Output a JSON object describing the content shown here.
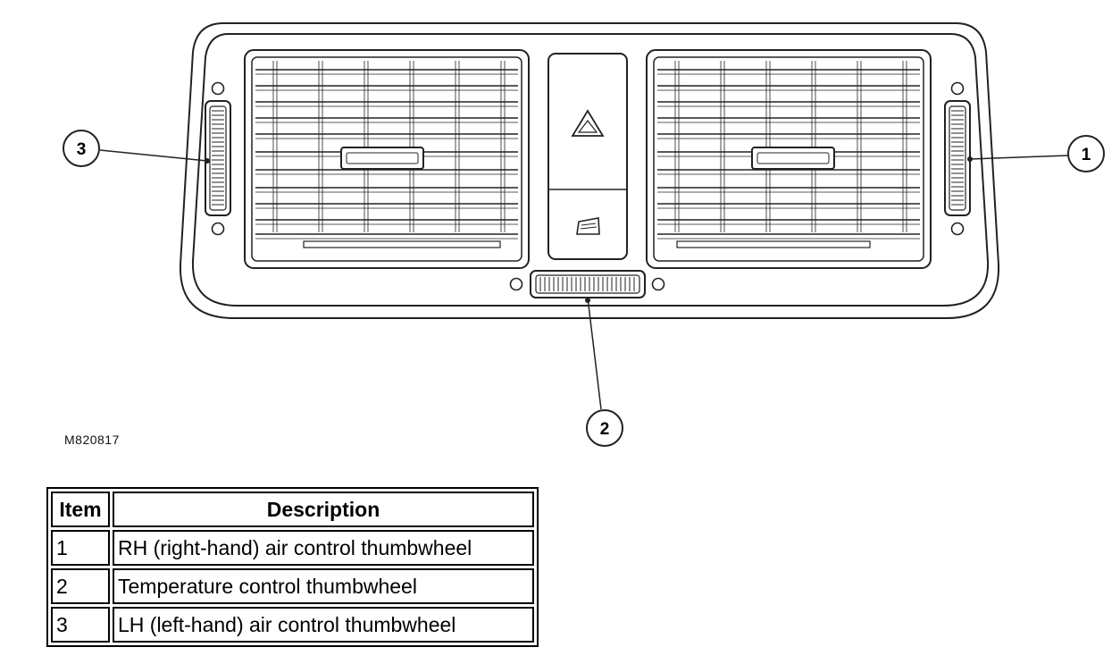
{
  "figure_code": "M820817",
  "callouts": [
    "1",
    "2",
    "3"
  ],
  "icons": [
    "hazard-warning-icon",
    "heated-rear-window-icon"
  ],
  "table": {
    "headers": {
      "item": "Item",
      "description": "Description"
    },
    "rows": [
      {
        "item": "1",
        "description": "RH (right-hand) air control thumbwheel"
      },
      {
        "item": "2",
        "description": "Temperature control thumbwheel"
      },
      {
        "item": "3",
        "description": "LH (left-hand) air control thumbwheel"
      }
    ]
  }
}
